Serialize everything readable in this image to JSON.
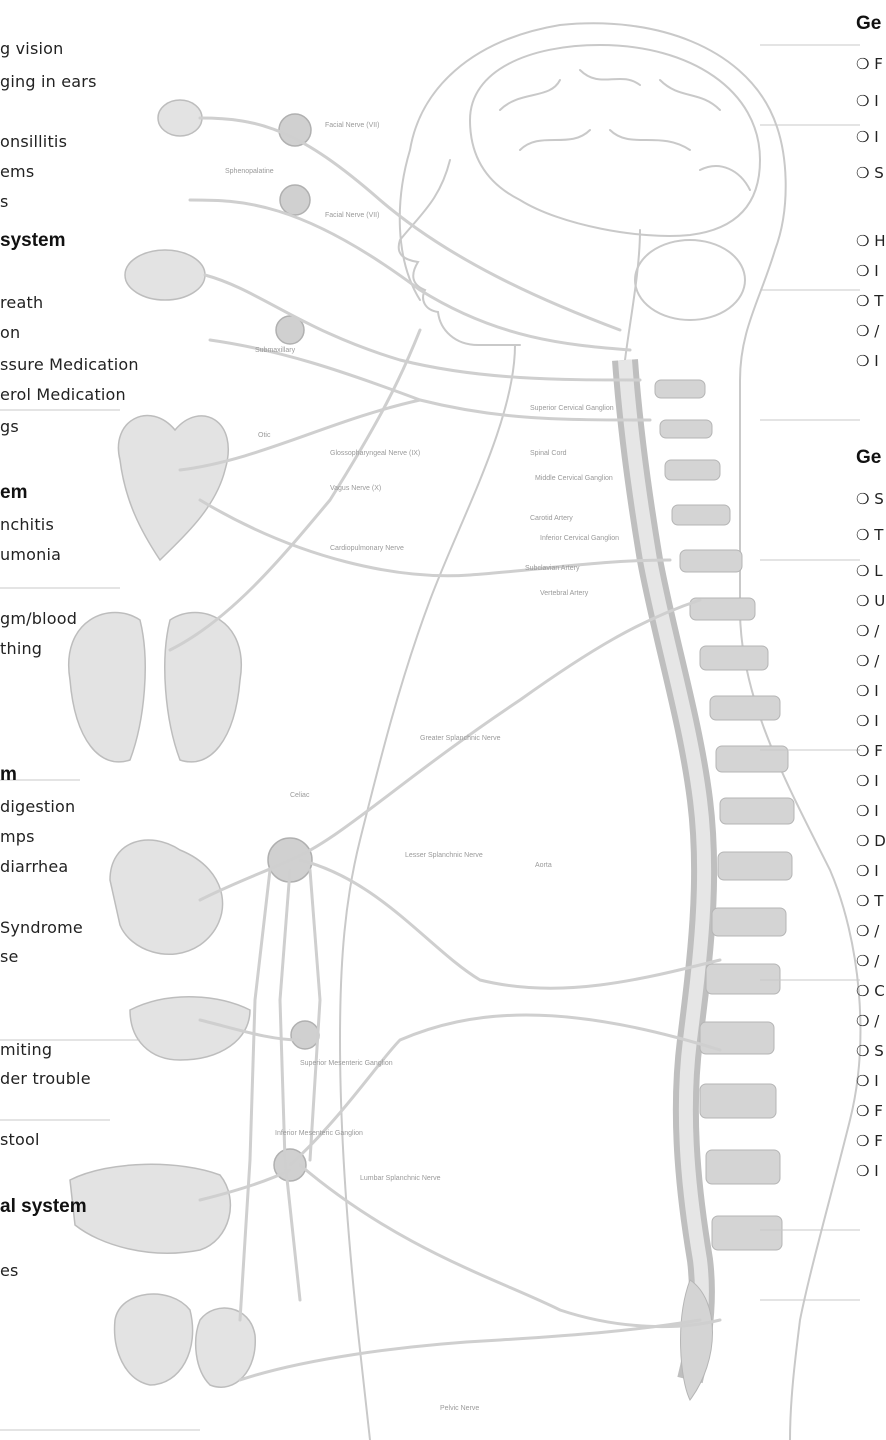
{
  "left_items": [
    "g vision",
    "ging in ears",
    "onsillitis",
    "ems",
    "s",
    "reath",
    "on",
    "ssure Medication",
    "erol Medication",
    "gs",
    "nchitis",
    "umonia",
    "gm/blood",
    "thing",
    "digestion",
    "mps",
    "diarrhea",
    "Syndrome",
    "se",
    "miting",
    "der trouble",
    "stool",
    "es"
  ],
  "left_headers": [
    "system",
    "em",
    "m",
    "al system"
  ],
  "right_headers": [
    "Ge",
    "Ge"
  ],
  "right_checks_group1": [
    "❍ F",
    "❍ I",
    "❍ I",
    "❍ S",
    "❍ H",
    "❍ I",
    "❍ T",
    "❍ /",
    "❍ I"
  ],
  "right_checks_group2": [
    "❍ S",
    "❍ T",
    "❍ L",
    "❍ U",
    "❍ /",
    "❍ /",
    "❍ I",
    "❍ I",
    "❍ F",
    "❍ I",
    "❍ I",
    "❍ D",
    "❍ I",
    "❍ T",
    "❍ /",
    "❍ /",
    "❍ C",
    "❍ /",
    "❍ S",
    "❍ I",
    "❍ F",
    "❍ F",
    "❍ I"
  ],
  "diagram_labels": [
    "Facial Nerve (VII)",
    "Facial Nerve (VII)",
    "Sphenopalatine",
    "Submaxillary",
    "Otic",
    "Glossopharyngeal Nerve (IX)",
    "Vagus Nerve (X)",
    "Superior Cervical Ganglion",
    "Spinal Cord",
    "Middle Cervical Ganglion",
    "Carotid Artery",
    "Inferior Cervical Ganglion",
    "Subclavian Artery",
    "Vertebral Artery",
    "Cardiopulmonary Nerve",
    "Greater Splanchnic Nerve",
    "Celiac",
    "Lesser Splanchnic Nerve",
    "Aorta",
    "Superior Mesenteric Ganglion",
    "Inferior Mesenteric Ganglion",
    "Lumbar Splanchnic Nerve",
    "Pelvic Nerve"
  ]
}
